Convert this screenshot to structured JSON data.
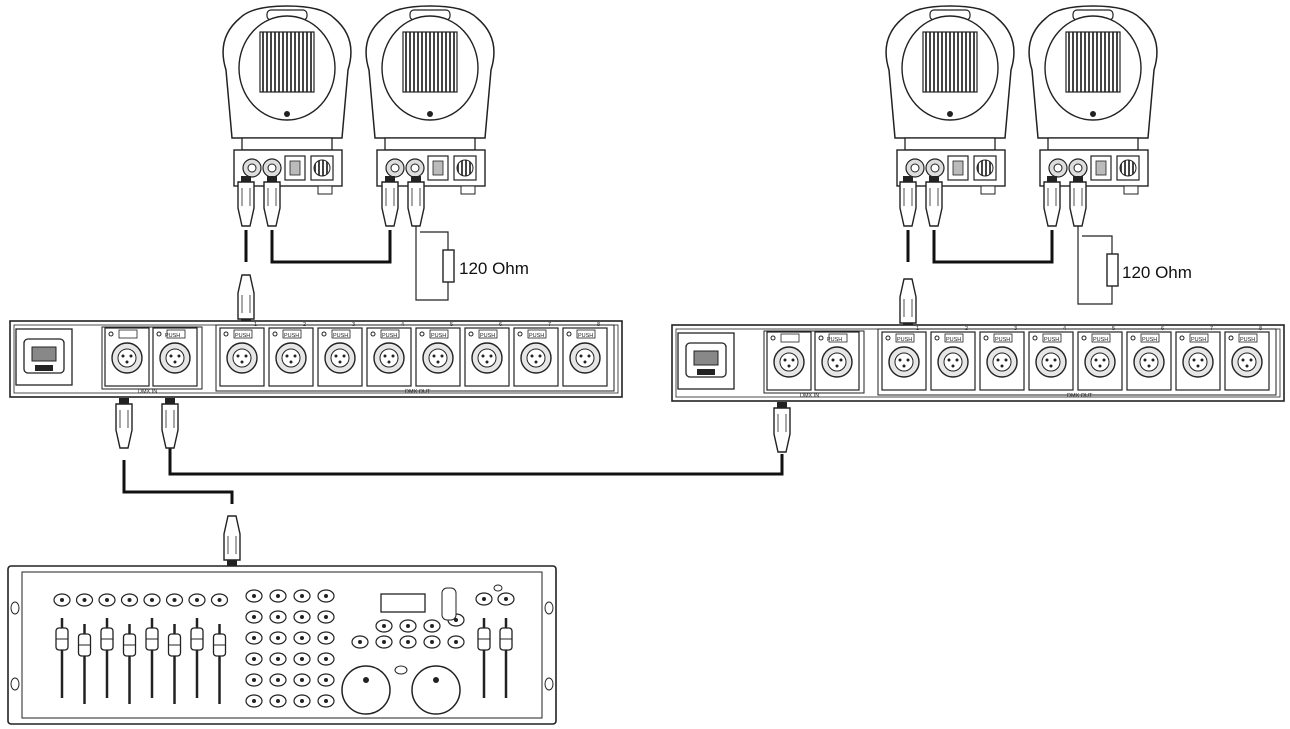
{
  "terminator": {
    "label": "120 Ohm"
  },
  "splitter": {
    "in_label": "DMX IN",
    "out_label": "DMX OUT",
    "push_label": "PUSH",
    "outputs": [
      "1",
      "2",
      "3",
      "4",
      "5",
      "6",
      "7",
      "8"
    ]
  },
  "colors": {
    "line": "#1a1a1a",
    "panel": "#fbfbfb",
    "shade": "#dcdcdc"
  }
}
